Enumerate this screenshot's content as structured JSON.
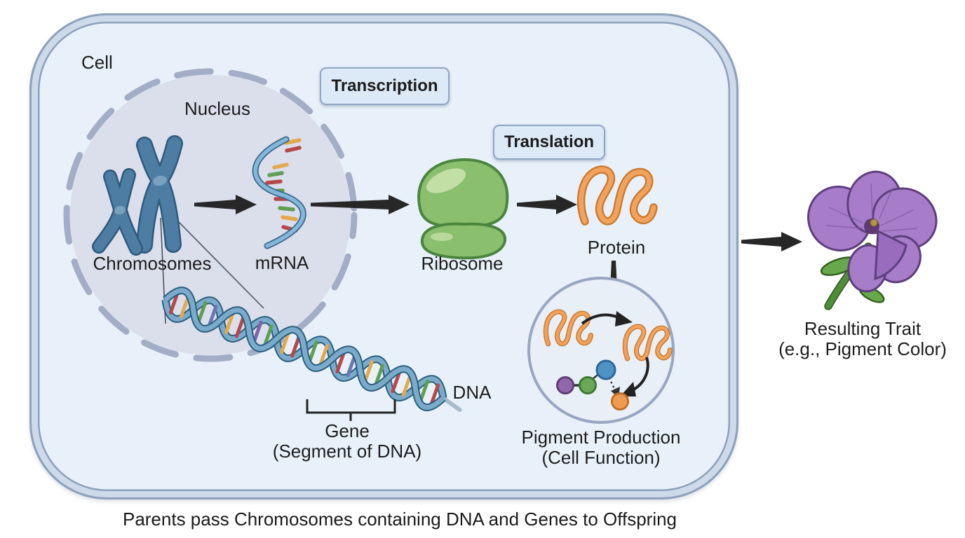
{
  "labels": {
    "cell": "Cell",
    "nucleus": "Nucleus",
    "chromosomes": "Chromosomes",
    "mrna": "mRNA",
    "ribosome": "Ribosome",
    "protein": "Protein",
    "dna": "DNA",
    "gene_1": "Gene",
    "gene_2": "(Segment of DNA)",
    "pigment_1": "Pigment Production",
    "pigment_2": "(Cell Function)",
    "trait_1": "Resulting Trait",
    "trait_2": "(e.g., Pigment Color)"
  },
  "badges": {
    "transcription": "Transcription",
    "translation": "Translation"
  },
  "caption": "Parents pass Chromosomes containing DNA and Genes to Offspring",
  "colors": {
    "cell-fill": "#e8f1f9",
    "cell-band": "#ccdaea",
    "cell-border": "#8da1bb",
    "nucleus-fill": "#dbdeeb",
    "nucleus-border": "#a2adc6",
    "chromosome-blue": "#4e7da3",
    "mrna-blue": "#85b8d8",
    "ribosome-green": "#8abf6e",
    "protein-orange": "#f1a35e",
    "flower-purple": "#a77cc8",
    "badge-fill": "#dce9f6",
    "badge-border": "#8fa6c4",
    "arrow-black": "#272727",
    "text-black": "#1d1d1f"
  }
}
